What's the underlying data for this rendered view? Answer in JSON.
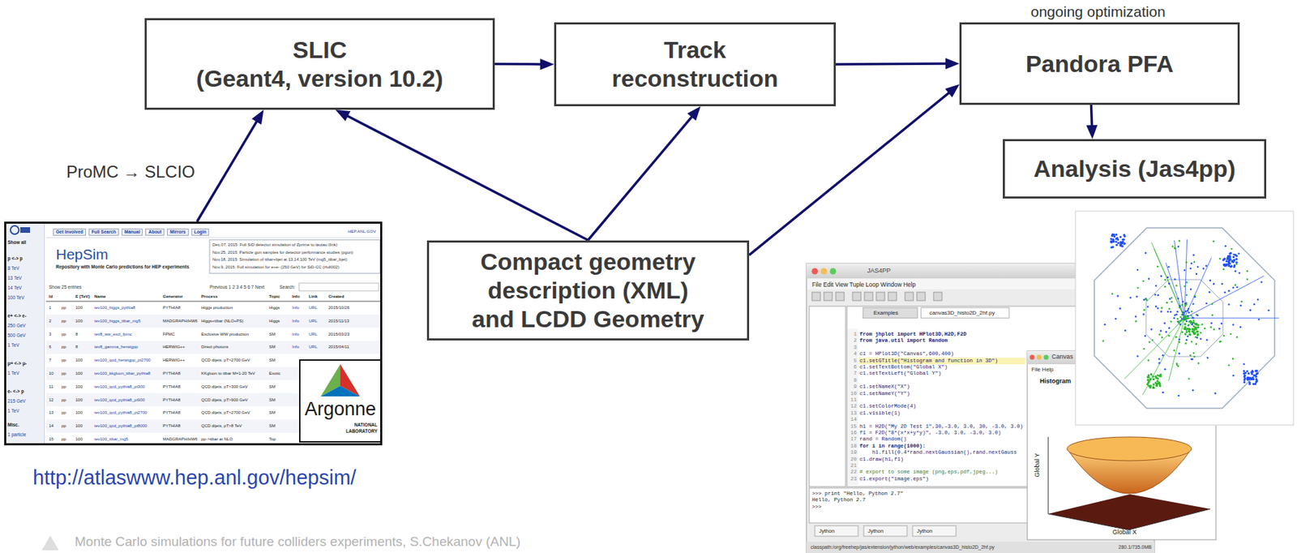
{
  "diagram": {
    "nodes": [
      {
        "text": [
          "SLIC",
          "(Geant4, version 10.2)"
        ]
      },
      {
        "text": [
          "Track reconstruction"
        ]
      },
      {
        "text": [
          "Pandora PFA"
        ]
      },
      {
        "text": [
          "Analysis (Jas4pp)"
        ]
      },
      {
        "text": [
          "HepSim",
          "Repository with Monte Carlo predictions for HEP experiments"
        ]
      },
      {
        "text": [
          "Compact geometry description (XML) and LCDD Geometry"
        ]
      }
    ],
    "edges": [
      {
        "from": 4,
        "to": 0,
        "arrow": "to",
        "label": "ProMC → SLCIO"
      },
      {
        "from": 0,
        "to": 1,
        "arrow": "to"
      },
      {
        "from": 1,
        "to": 2,
        "arrow": "to"
      },
      {
        "from": 2,
        "to": 3,
        "arrow": "to"
      },
      {
        "from": 5,
        "to": 0,
        "arrow": "to"
      },
      {
        "from": 5,
        "to": 1,
        "arrow": "to"
      },
      {
        "from": 5,
        "to": 2,
        "arrow": "to"
      }
    ],
    "labels": [
      "ongoing optimization",
      "http://atlaswww.hep.anl.gov/hepsim/",
      "Monte Carlo simulations for future colliders experiments, S.Chekanov (ANL)",
      "Get Involved",
      "Full Search",
      "Manual",
      "About",
      "Mirrors",
      "Login",
      "HEP.ANL.GOV",
      "Show all",
      "p <-> p",
      "8 TeV",
      "13 TeV",
      "14 TeV",
      "100 TeV",
      "e+ <-> e-",
      "250 GeV",
      "500 GeV",
      "1 TeV",
      "μ+ <-> μ-",
      "1 TeV",
      "e- <-> p",
      "215 GeV",
      "1 TeV",
      "Misc.",
      "1 particle",
      "Dec.07, 2015: Full SiD detector simulation of Zprime to tautau (link)",
      "Nov.25, 2015: Particle gun samples for detector performance studies (pgun)",
      "Nov.18, 2015: Simulation of ttbar+bjet at 13,14,100 TeV (mg5_ttbar_bjet)",
      "Nov.9, 2015: Full simulation for e+e- (250 GeV) for SiD-CC (rfull002)",
      "Show 25 entries",
      "Previous 1 2 3 4 5 6 7 Next",
      "Search:",
      "Id",
      "E [TeV]",
      "Name",
      "Generator",
      "Process",
      "Topic",
      "Info",
      "Link",
      "Created",
      "1",
      "pp",
      "100",
      "tev100_higgs_pythia8",
      "PYTHIA8",
      "Higgs production",
      "Higgs",
      "Info",
      "URL",
      "2015/10/26",
      "2",
      "pp",
      "100",
      "tev100_higgs_ttbar_mg5",
      "MADGRAPH/HW6",
      "Higgs+ttbar (NLO+PS)",
      "Higgs",
      "Info",
      "URL",
      "2015/11/13",
      "3",
      "pp",
      "8",
      "tev8_ww_excl_fpmc",
      "FPMC",
      "Exclusive WW production",
      "SM",
      "Info",
      "URL",
      "2015/03/23",
      "6",
      "pp",
      "8",
      "tev8_gamma_herwigpp",
      "HERWIG++",
      "Direct photons",
      "SM",
      "Info",
      "URL",
      "2015/04/11",
      "7",
      "pp",
      "100",
      "tev100_qcd_herwigpp_pt2700",
      "HERWIG++",
      "QCD dijets, pT>2700 GeV",
      "SM",
      "10",
      "pp",
      "100",
      "tev100_kkgluon_ttbar_pythia8",
      "PYTHIA8",
      "KKgluon to ttbar M=1-20 TeV",
      "Exotic",
      "11",
      "pp",
      "100",
      "tev100_qcd_pythia8_pt300",
      "PYTHIA8",
      "QCD dijets, pT>300 GeV",
      "SM",
      "12",
      "pp",
      "100",
      "tev100_qcd_pythia8_pt900",
      "PYTHIA8",
      "QCD dijets, pT>900 GeV",
      "SM",
      "13",
      "pp",
      "100",
      "tev100_qcd_pythia8_pt2700",
      "PYTHIA8",
      "QCD dijets, pT>2700 GeV",
      "SM",
      "14",
      "pp",
      "100",
      "tev100_qcd_pythia8_pt8000",
      "PYTHIA8",
      "QCD dijets, pT>8 TeV",
      "SM",
      "15",
      "pp",
      "100",
      "tev100_ttbar_mg5",
      "MADGRAPH/HW6",
      "pp->ttbar at NLO",
      "Top",
      "Argonne",
      "NATIONAL",
      "LABORATORY",
      "JAS4PP",
      "File Edit View Tuple Loop Window Help",
      "Examples",
      "canvas3D_histo2D_2hf.py",
      "1",
      "2",
      "3",
      "4",
      "5",
      "6",
      "7",
      "8",
      "9",
      "10",
      "11",
      "12",
      "13",
      "14",
      "15",
      "16",
      "17",
      "18",
      "19",
      "20",
      "21",
      "22",
      "23",
      "from jhplot import HPlot3D,H2D,F2D",
      "from java.util import Random",
      "c1 = HPlot3D(\"Canvas\",600,400)",
      "c1.setGTitle(\"Histogram and function in 3D\")",
      "c1.setTextBottom(\"Global X\")",
      "c1.setTextLeft(\"Global Y\")",
      "c1.setNameX(\"X\")",
      "c1.setNameY(\"Y\")",
      "c1.setColorMode(4)",
      "c1.visible(1)",
      "h1 = H2D(\"My 2D Test 1\",30,-3.0, 3.0, 30, -3.0, 3.0)",
      "f1 = F2D(\"8*(x*x+y*y)\", -3.0, 3.0, -3.0, 3.0)",
      "rand = Random()",
      "for i in range(1000):",
      "h1.fill(0.4*rand.nextGaussian(),rand.nextGauss",
      "c1.draw(h1,f1)",
      "# export to some image (png,eps,pdf,jpeg...)",
      "c1.export(\"image.eps\")",
      ">>> print \"Hello, Python 2.7\"",
      "Hello, Python 2.7",
      ">>>",
      "Jython",
      "Jython",
      "Jython",
      "classpath:/org/freehep/jas/extension/jython/web/examples/canvas3D_histo2D_2hf.py",
      "280.1/735.0MB",
      "Canvas",
      "File Help",
      "Histogram",
      "Global Y",
      "Global X"
    ]
  }
}
